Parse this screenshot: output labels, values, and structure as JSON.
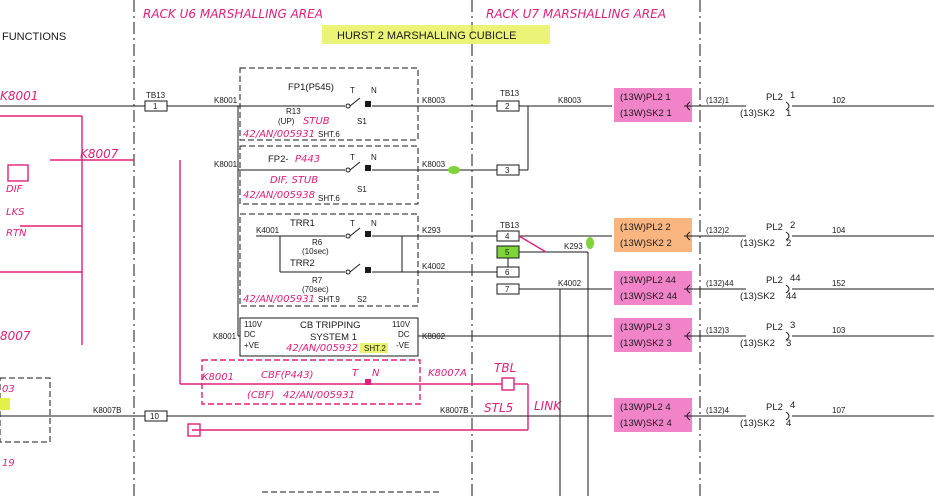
{
  "header": {
    "left_fragment": "FUNCTIONS",
    "rack_u6_annotation": "RACK U6 MARSHALLING AREA",
    "rack_u7_annotation": "RACK U7 MARSHALLING AREA",
    "cubicle_title": "HURST 2 MARSHALLING CUBICLE"
  },
  "colors": {
    "ink": "#1a1a1a",
    "annotation_pink": "#e0207a",
    "highlight_yellow": "#e4f04a",
    "highlight_orange": "#f7a86a",
    "highlight_magenta": "#ef6fc0",
    "highlight_green": "#7fd43c"
  },
  "terminal_strips": {
    "tb13_left": {
      "name": "TB13",
      "terminals": [
        "1"
      ]
    },
    "tb13_right_top": {
      "name": "TB13",
      "terminals": [
        "2",
        "3"
      ]
    },
    "tb13_right_mid": {
      "name": "TB13",
      "terminals": [
        "4",
        "5",
        "6",
        "7"
      ]
    },
    "bottom_terminal": "10"
  },
  "wires": {
    "k8001_a": "K8001",
    "k8001_b": "K8001",
    "k8001_c": "K8001",
    "k8003_a": "K8003",
    "k8003_b": "K8003",
    "k8003_c": "K8003",
    "k4001": "K4001",
    "k293_a": "K293",
    "k293_b": "K293",
    "k4002_a": "K4002",
    "k4002_b": "K4002",
    "k8002": "K8002",
    "k8007b_a": "K8007B",
    "k8007b_b": "K8007B"
  },
  "devices": {
    "fp1": {
      "title": "FP1(P545)",
      "relay": "R13",
      "relay_mode": "(UP)",
      "sheet": "SHT.6",
      "switch": "S1",
      "t_label": "T",
      "n_label": "N"
    },
    "fp2": {
      "title": "FP2-",
      "sheet": "SHT.6",
      "switch": "S1",
      "t_label": "T",
      "n_label": "N"
    },
    "trr": {
      "trr1": "TRR1",
      "r6": "R6",
      "r6_time": "(10sec)",
      "trr2": "TRR2",
      "r7": "R7",
      "r7_time": "(70sec)",
      "sheet": "SHT.9",
      "switch": "S2",
      "t_label": "T",
      "n_label": "N"
    },
    "cb_trip": {
      "title": "CB TRIPPING",
      "subtitle": "SYSTEM 1",
      "sheet": "SHT.2",
      "left_voltage": "110V",
      "left_dc": "DC",
      "left_pole": "+VE",
      "right_voltage": "110V",
      "right_dc": "DC",
      "right_pole": "-VE"
    }
  },
  "plug_rows": [
    {
      "pl_top": "(13W)PL2  1",
      "sk_bottom": "(13W)SK2  1",
      "code": "(132)1",
      "pl2": "PL2",
      "pl2_num": "1",
      "sk2": "(13)SK2",
      "sk2_num": "1",
      "wire": "102",
      "hl": "magenta"
    },
    {
      "pl_top": "(13W)PL2  2",
      "sk_bottom": "(13W)SK2  2",
      "code": "(132)2",
      "pl2": "PL2",
      "pl2_num": "2",
      "sk2": "(13)SK2",
      "sk2_num": "2",
      "wire": "104",
      "hl": "orange"
    },
    {
      "pl_top": "(13W)PL2  44",
      "sk_bottom": "(13W)SK2  44",
      "code": "(132)44",
      "pl2": "PL2",
      "pl2_num": "44",
      "sk2": "(13)SK2",
      "sk2_num": "44",
      "wire": "152",
      "hl": "magenta"
    },
    {
      "pl_top": "(13W)PL2  3",
      "sk_bottom": "(13W)SK2  3",
      "code": "(132)3",
      "pl2": "PL2",
      "pl2_num": "3",
      "sk2": "(13)SK2",
      "sk2_num": "3",
      "wire": "103",
      "hl": "magenta"
    },
    {
      "pl_top": "(13W)PL2  4",
      "sk_bottom": "(13W)SK2  4",
      "code": "(132)4",
      "pl2": "PL2",
      "pl2_num": "4",
      "sk2": "(13)SK2",
      "sk2_num": "4",
      "wire": "107",
      "hl": "magenta"
    }
  ],
  "handwritten": {
    "left_k8001": "K8001",
    "left_k8007": "K8007",
    "left_k8007_lower": "8007",
    "left_dif": "DIF",
    "left_lks": "LKS",
    "left_rtn": "RTN",
    "left_03": "03",
    "left_19": "19",
    "fp1_stub": "STUB",
    "fp1_ref": "42/AN/005931",
    "fp2_p": "P443",
    "fp2_stub": "DIF, STUB",
    "fp2_ref": "42/AN/005938",
    "trr_ref": "42/AN/005931",
    "cb_ref": "42/AN/005932",
    "new_k8001": "K8001",
    "new_cbf": "CBF(P443)",
    "new_cbf2": "(CBF)",
    "new_cbf_ref": "42/AN/005931",
    "new_k8007a": "K8007A",
    "new_t": "T",
    "new_n": "N",
    "tbl": "TBL",
    "stl5": "STL5",
    "link": "LINK"
  }
}
